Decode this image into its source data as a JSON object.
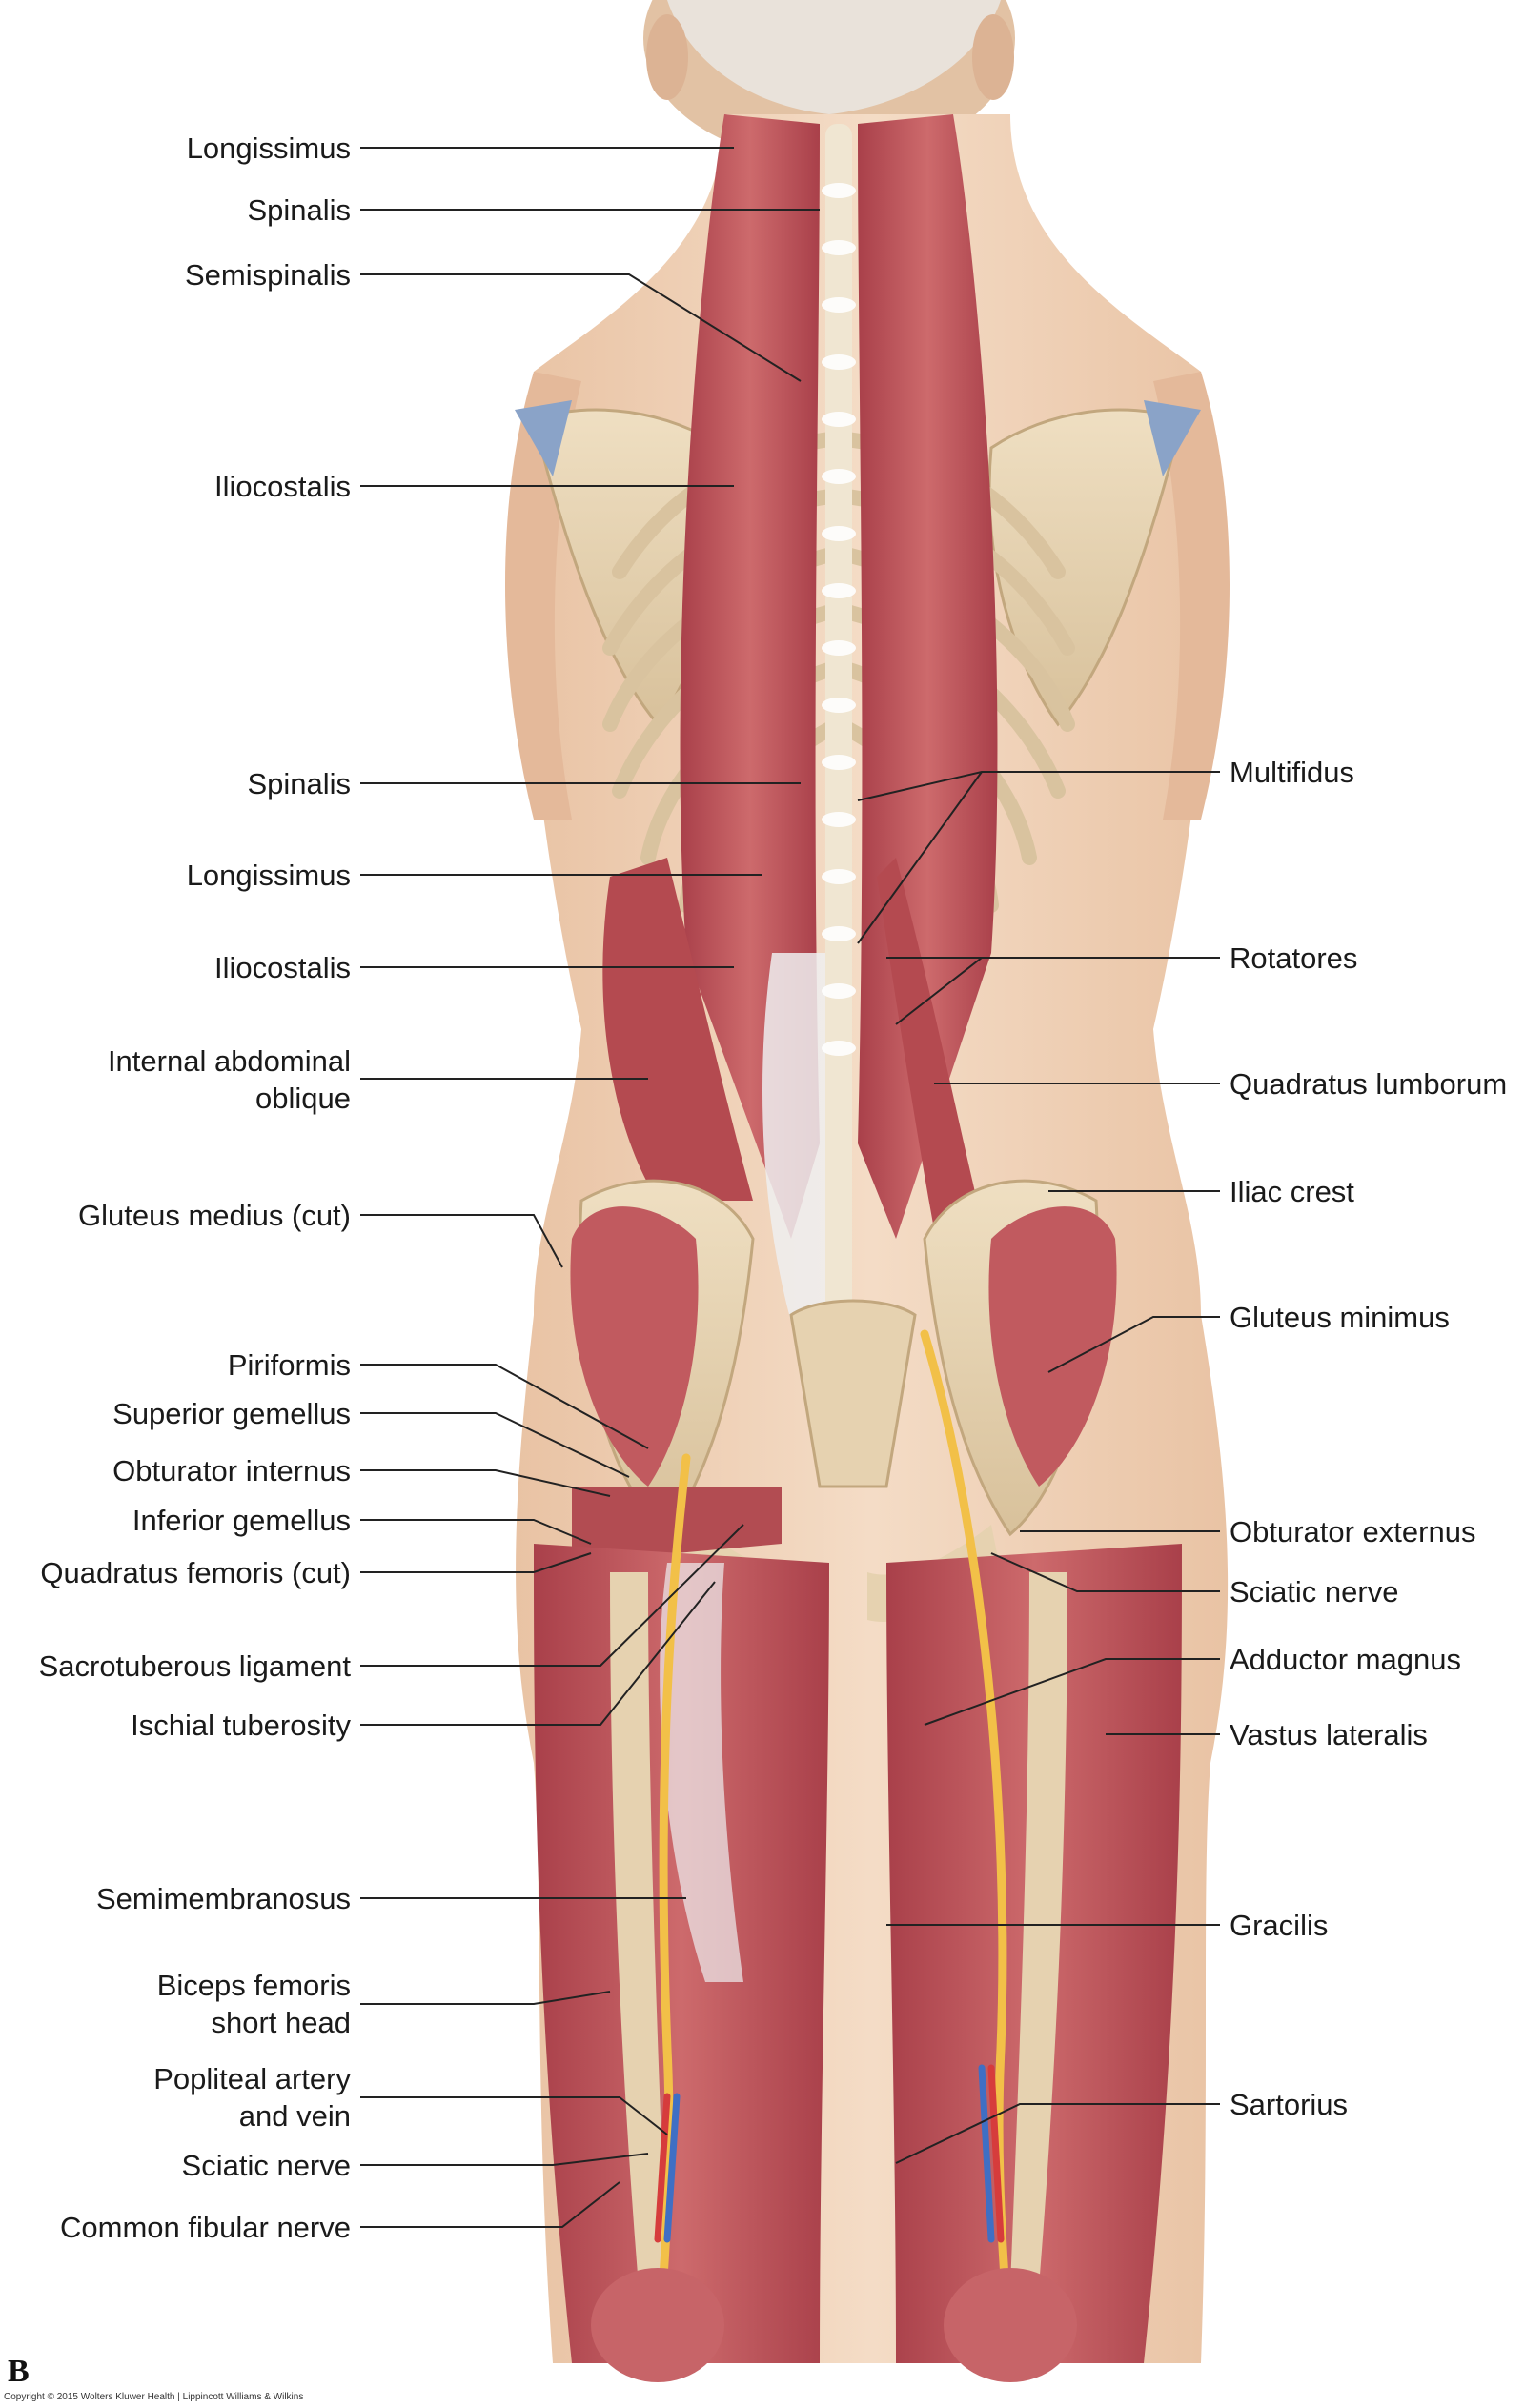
{
  "labels": {
    "left": {
      "longissimus_upper": "Longissimus",
      "spinalis_upper": "Spinalis",
      "semispinalis": "Semispinalis",
      "iliocostalis_upper": "Iliocostalis",
      "spinalis_lower": "Spinalis",
      "longissimus_lower": "Longissimus",
      "iliocostalis_lower": "Iliocostalis",
      "internal_oblique_1": "Internal abdominal",
      "internal_oblique_2": "oblique",
      "gluteus_medius": "Gluteus medius (cut)",
      "piriformis": "Piriformis",
      "superior_gemellus": "Superior gemellus",
      "obturator_internus": "Obturator internus",
      "inferior_gemellus": "Inferior gemellus",
      "quadratus_femoris": "Quadratus femoris (cut)",
      "sacrotuberous": "Sacrotuberous ligament",
      "ischial_tuberosity": "Ischial tuberosity",
      "semimembranosus": "Semimembranosus",
      "biceps_1": "Biceps femoris",
      "biceps_2": "short head",
      "popliteal_1": "Popliteal artery",
      "popliteal_2": "and vein",
      "sciatic_nerve": "Sciatic nerve",
      "common_fibular": "Common fibular nerve"
    },
    "right": {
      "multifidus": "Multifidus",
      "rotatores": "Rotatores",
      "quadratus_lumborum": "Quadratus lumborum",
      "iliac_crest": "Iliac crest",
      "gluteus_minimus": "Gluteus minimus",
      "obturator_externus": "Obturator externus",
      "sciatic_nerve": "Sciatic nerve",
      "adductor_magnus": "Adductor magnus",
      "vastus_lateralis": "Vastus lateralis",
      "gracilis": "Gracilis",
      "sartorius": "Sartorius"
    }
  },
  "panel_letter": "B",
  "copyright": "Copyright © 2015 Wolters Kluwer Health | Lippincott Williams & Wilkins",
  "colors": {
    "skin": "#efd2b8",
    "muscle": "#c0555a",
    "muscle_dark": "#9e3a40",
    "bone": "#e6d2b0",
    "cartilage": "#8aa3c8",
    "tendon": "#eef0f2",
    "nerve": "#f2c048",
    "artery": "#d63c3c",
    "vein": "#3f6fc4"
  }
}
